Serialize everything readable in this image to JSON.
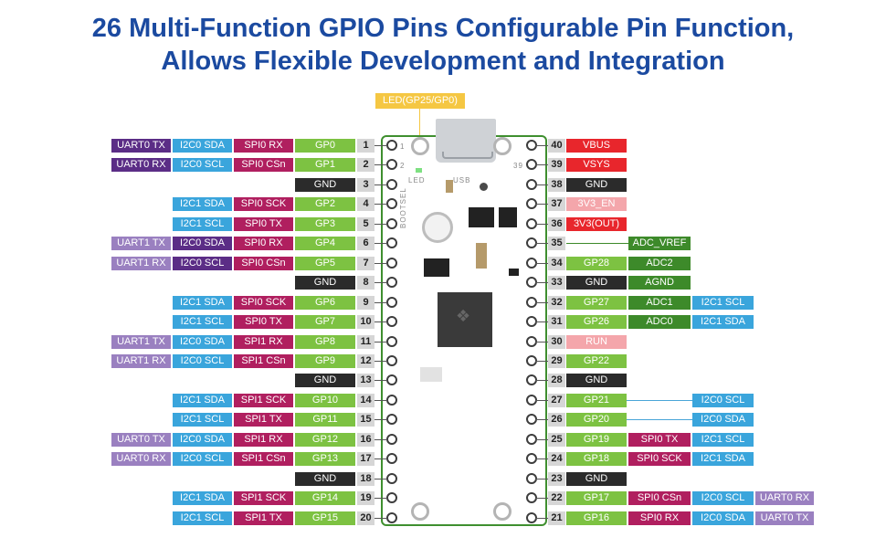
{
  "title": {
    "line1": "26 Multi-Function GPIO Pins Configurable Pin Function,",
    "line2": "Allows Flexible Development and Integration"
  },
  "board": {
    "led_label": "LED(GP25/GP0)",
    "silk_led": "LED",
    "silk_usb": "USB",
    "silk_bootsel": "BOOTSEL",
    "silk_pin1": "1",
    "silk_pin2": "2",
    "silk_pin39": "39"
  },
  "colors": {
    "gpio": "#7dc242",
    "gnd": "#2b2b2b",
    "power": "#e8262c",
    "en": "#f4a6ab",
    "adc": "#3d8a2a",
    "i2c": "#3aa5dc",
    "spi": "#b01f5f",
    "uart0": "#5b2d86",
    "uart1": "#9a80c0"
  },
  "left_pins": [
    {
      "num": "1",
      "labels": [
        {
          "t": "GP0",
          "c": "gpio"
        },
        {
          "t": "SPI0 RX",
          "c": "spi"
        },
        {
          "t": "I2C0 SDA",
          "c": "i2c"
        },
        {
          "t": "UART0 TX",
          "c": "uart0"
        }
      ]
    },
    {
      "num": "2",
      "labels": [
        {
          "t": "GP1",
          "c": "gpio"
        },
        {
          "t": "SPI0 CSn",
          "c": "spi"
        },
        {
          "t": "I2C0 SCL",
          "c": "i2c"
        },
        {
          "t": "UART0 RX",
          "c": "uart0"
        }
      ]
    },
    {
      "num": "3",
      "labels": [
        {
          "t": "GND",
          "c": "gnd"
        }
      ]
    },
    {
      "num": "4",
      "labels": [
        {
          "t": "GP2",
          "c": "gpio"
        },
        {
          "t": "SPI0 SCK",
          "c": "spi"
        },
        {
          "t": "I2C1 SDA",
          "c": "i2c"
        }
      ]
    },
    {
      "num": "5",
      "labels": [
        {
          "t": "GP3",
          "c": "gpio"
        },
        {
          "t": "SPI0 TX",
          "c": "spi"
        },
        {
          "t": "I2C1 SCL",
          "c": "i2c"
        }
      ]
    },
    {
      "num": "6",
      "labels": [
        {
          "t": "GP4",
          "c": "gpio"
        },
        {
          "t": "SPI0 RX",
          "c": "spi"
        },
        {
          "t": "I2C0 SDA",
          "c": "uart0"
        },
        {
          "t": "UART1 TX",
          "c": "uart1"
        }
      ]
    },
    {
      "num": "7",
      "labels": [
        {
          "t": "GP5",
          "c": "gpio"
        },
        {
          "t": "SPI0 CSn",
          "c": "spi"
        },
        {
          "t": "I2C0 SCL",
          "c": "uart0"
        },
        {
          "t": "UART1 RX",
          "c": "uart1"
        }
      ]
    },
    {
      "num": "8",
      "labels": [
        {
          "t": "GND",
          "c": "gnd"
        }
      ]
    },
    {
      "num": "9",
      "labels": [
        {
          "t": "GP6",
          "c": "gpio"
        },
        {
          "t": "SPI0 SCK",
          "c": "spi"
        },
        {
          "t": "I2C1 SDA",
          "c": "i2c"
        }
      ]
    },
    {
      "num": "10",
      "labels": [
        {
          "t": "GP7",
          "c": "gpio"
        },
        {
          "t": "SPI0 TX",
          "c": "spi"
        },
        {
          "t": "I2C1 SCL",
          "c": "i2c"
        }
      ]
    },
    {
      "num": "11",
      "labels": [
        {
          "t": "GP8",
          "c": "gpio"
        },
        {
          "t": "SPI1 RX",
          "c": "spi"
        },
        {
          "t": "I2C0 SDA",
          "c": "i2c"
        },
        {
          "t": "UART1 TX",
          "c": "uart1"
        }
      ]
    },
    {
      "num": "12",
      "labels": [
        {
          "t": "GP9",
          "c": "gpio"
        },
        {
          "t": "SPI1 CSn",
          "c": "spi"
        },
        {
          "t": "I2C0 SCL",
          "c": "i2c"
        },
        {
          "t": "UART1 RX",
          "c": "uart1"
        }
      ]
    },
    {
      "num": "13",
      "labels": [
        {
          "t": "GND",
          "c": "gnd"
        }
      ]
    },
    {
      "num": "14",
      "labels": [
        {
          "t": "GP10",
          "c": "gpio"
        },
        {
          "t": "SPI1 SCK",
          "c": "spi"
        },
        {
          "t": "I2C1 SDA",
          "c": "i2c"
        }
      ]
    },
    {
      "num": "15",
      "labels": [
        {
          "t": "GP11",
          "c": "gpio"
        },
        {
          "t": "SPI1 TX",
          "c": "spi"
        },
        {
          "t": "I2C1 SCL",
          "c": "i2c"
        }
      ]
    },
    {
      "num": "16",
      "labels": [
        {
          "t": "GP12",
          "c": "gpio"
        },
        {
          "t": "SPI1 RX",
          "c": "spi"
        },
        {
          "t": "I2C0 SDA",
          "c": "i2c"
        },
        {
          "t": "UART0 TX",
          "c": "uart1"
        }
      ]
    },
    {
      "num": "17",
      "labels": [
        {
          "t": "GP13",
          "c": "gpio"
        },
        {
          "t": "SPI1 CSn",
          "c": "spi"
        },
        {
          "t": "I2C0 SCL",
          "c": "i2c"
        },
        {
          "t": "UART0 RX",
          "c": "uart1"
        }
      ]
    },
    {
      "num": "18",
      "labels": [
        {
          "t": "GND",
          "c": "gnd"
        }
      ]
    },
    {
      "num": "19",
      "labels": [
        {
          "t": "GP14",
          "c": "gpio"
        },
        {
          "t": "SPI1 SCK",
          "c": "spi"
        },
        {
          "t": "I2C1 SDA",
          "c": "i2c"
        }
      ]
    },
    {
      "num": "20",
      "labels": [
        {
          "t": "GP15",
          "c": "gpio"
        },
        {
          "t": "SPI1 TX",
          "c": "spi"
        },
        {
          "t": "I2C1 SCL",
          "c": "i2c"
        }
      ]
    }
  ],
  "right_pins": [
    {
      "num": "40",
      "labels": [
        {
          "t": "VBUS",
          "c": "power"
        }
      ]
    },
    {
      "num": "39",
      "labels": [
        {
          "t": "VSYS",
          "c": "power"
        }
      ]
    },
    {
      "num": "38",
      "labels": [
        {
          "t": "GND",
          "c": "gnd"
        }
      ]
    },
    {
      "num": "37",
      "labels": [
        {
          "t": "3V3_EN",
          "c": "en"
        }
      ]
    },
    {
      "num": "36",
      "labels": [
        {
          "t": "3V3(OUT)",
          "c": "power"
        }
      ]
    },
    {
      "num": "35",
      "labels": [
        {
          "t": "ADC_VREF",
          "c": "adc"
        }
      ]
    },
    {
      "num": "34",
      "labels": [
        {
          "t": "GP28",
          "c": "gpio"
        },
        {
          "t": "ADC2",
          "c": "adc"
        }
      ]
    },
    {
      "num": "33",
      "labels": [
        {
          "t": "GND",
          "c": "gnd"
        },
        {
          "t": "AGND",
          "c": "adc"
        }
      ]
    },
    {
      "num": "32",
      "labels": [
        {
          "t": "GP27",
          "c": "gpio"
        },
        {
          "t": "ADC1",
          "c": "adc"
        },
        {
          "t": "I2C1 SCL",
          "c": "i2c"
        }
      ]
    },
    {
      "num": "31",
      "labels": [
        {
          "t": "GP26",
          "c": "gpio"
        },
        {
          "t": "ADC0",
          "c": "adc"
        },
        {
          "t": "I2C1 SDA",
          "c": "i2c"
        }
      ]
    },
    {
      "num": "30",
      "labels": [
        {
          "t": "RUN",
          "c": "en"
        }
      ]
    },
    {
      "num": "29",
      "labels": [
        {
          "t": "GP22",
          "c": "gpio"
        }
      ]
    },
    {
      "num": "28",
      "labels": [
        {
          "t": "GND",
          "c": "gnd"
        }
      ]
    },
    {
      "num": "27",
      "labels": [
        {
          "t": "GP21",
          "c": "gpio"
        },
        {
          "t": "I2C0 SCL",
          "c": "i2c"
        }
      ]
    },
    {
      "num": "26",
      "labels": [
        {
          "t": "GP20",
          "c": "gpio"
        },
        {
          "t": "I2C0 SDA",
          "c": "i2c"
        }
      ]
    },
    {
      "num": "25",
      "labels": [
        {
          "t": "GP19",
          "c": "gpio"
        },
        {
          "t": "SPI0 TX",
          "c": "spi"
        },
        {
          "t": "I2C1 SCL",
          "c": "i2c"
        }
      ]
    },
    {
      "num": "24",
      "labels": [
        {
          "t": "GP18",
          "c": "gpio"
        },
        {
          "t": "SPI0 SCK",
          "c": "spi"
        },
        {
          "t": "I2C1 SDA",
          "c": "i2c"
        }
      ]
    },
    {
      "num": "23",
      "labels": [
        {
          "t": "GND",
          "c": "gnd"
        }
      ]
    },
    {
      "num": "22",
      "labels": [
        {
          "t": "GP17",
          "c": "gpio"
        },
        {
          "t": "SPI0 CSn",
          "c": "spi"
        },
        {
          "t": "I2C0 SCL",
          "c": "i2c"
        },
        {
          "t": "UART0 RX",
          "c": "uart1"
        }
      ]
    },
    {
      "num": "21",
      "labels": [
        {
          "t": "GP16",
          "c": "gpio"
        },
        {
          "t": "SPI0 RX",
          "c": "spi"
        },
        {
          "t": "I2C0 SDA",
          "c": "i2c"
        },
        {
          "t": "UART0 TX",
          "c": "uart1"
        }
      ]
    }
  ]
}
